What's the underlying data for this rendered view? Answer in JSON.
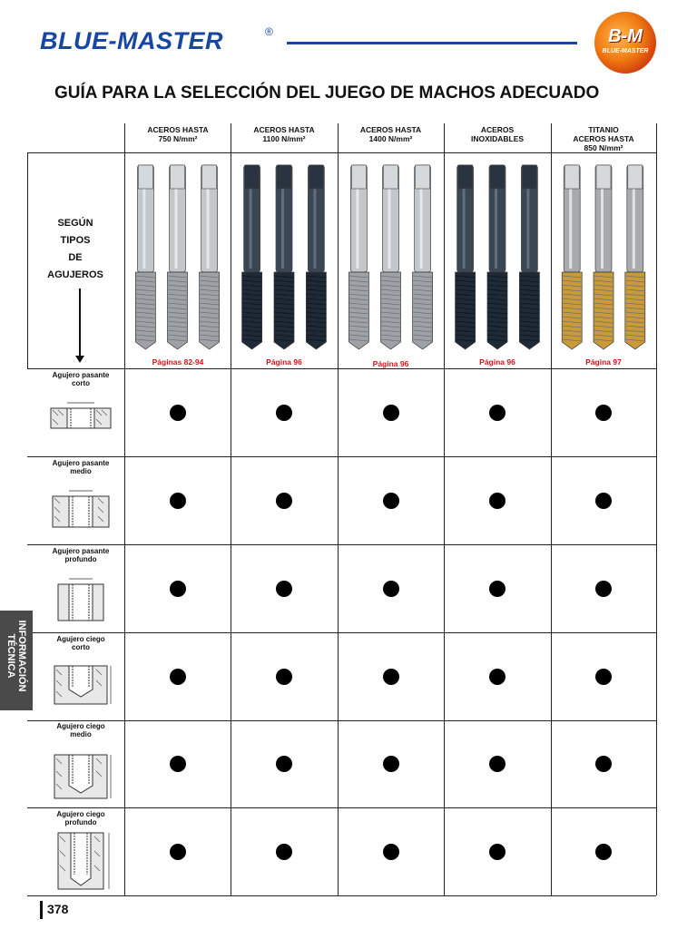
{
  "header": {
    "brand": "BLUE-MASTER",
    "registered_mark": "®",
    "logo_text": "B-M",
    "logo_subtext": "BLUE-MASTER",
    "brand_color": "#1846a3"
  },
  "title": "GUÍA PARA LA SELECCIÓN DEL JUEGO DE MACHOS ADECUADO",
  "columns": [
    {
      "line1": "ACEROS HASTA",
      "line2": "750 N/mm²",
      "line3": "",
      "pages": "Páginas 82-94",
      "tap_finish": "bright steel",
      "tap_color": "#b9bcbf"
    },
    {
      "line1": "ACEROS HASTA",
      "line2": "1100 N/mm²",
      "line3": "",
      "pages": "Página 96",
      "tap_finish": "dark blue-black",
      "tap_color": "#2c3a4a"
    },
    {
      "line1": "ACEROS HASTA",
      "line2": "1400 N/mm²",
      "line3": "",
      "pages": "Página 96",
      "tap_finish": "bright steel",
      "tap_color": "#c9ccce"
    },
    {
      "line1": "ACEROS",
      "line2": "INOXIDABLES",
      "line3": "",
      "pages": "Página 96",
      "tap_finish": "dark blue-black",
      "tap_color": "#2c3a4a"
    },
    {
      "line1": "TITANIO",
      "line2": "ACEROS HASTA",
      "line3": "850 N/mm²",
      "pages": "Página 97",
      "tap_finish": "titanium gold tip",
      "tap_color": "#c99a3a"
    }
  ],
  "side_labels": [
    "SEGÚN",
    "TIPOS",
    "DE",
    "AGUJEROS"
  ],
  "rows": [
    {
      "line1": "Agujero pasante",
      "line2": "corto",
      "marks": [
        true,
        true,
        true,
        true,
        true
      ]
    },
    {
      "line1": "Agujero pasante",
      "line2": "medio",
      "marks": [
        true,
        true,
        true,
        true,
        true
      ]
    },
    {
      "line1": "Agujero pasante",
      "line2": "profundo",
      "marks": [
        true,
        true,
        true,
        true,
        true
      ]
    },
    {
      "line1": "Agujero ciego",
      "line2": "corto",
      "marks": [
        true,
        true,
        true,
        true,
        true
      ]
    },
    {
      "line1": "Agujero ciego",
      "line2": "medio",
      "marks": [
        true,
        true,
        true,
        true,
        true
      ]
    },
    {
      "line1": "Agujero ciego",
      "line2": "profundo",
      "marks": [
        true,
        true,
        true,
        true,
        true
      ]
    }
  ],
  "side_tab": {
    "line1": "INFORMACIÓN",
    "line2": "TÉCNICA"
  },
  "page_number": "378"
}
